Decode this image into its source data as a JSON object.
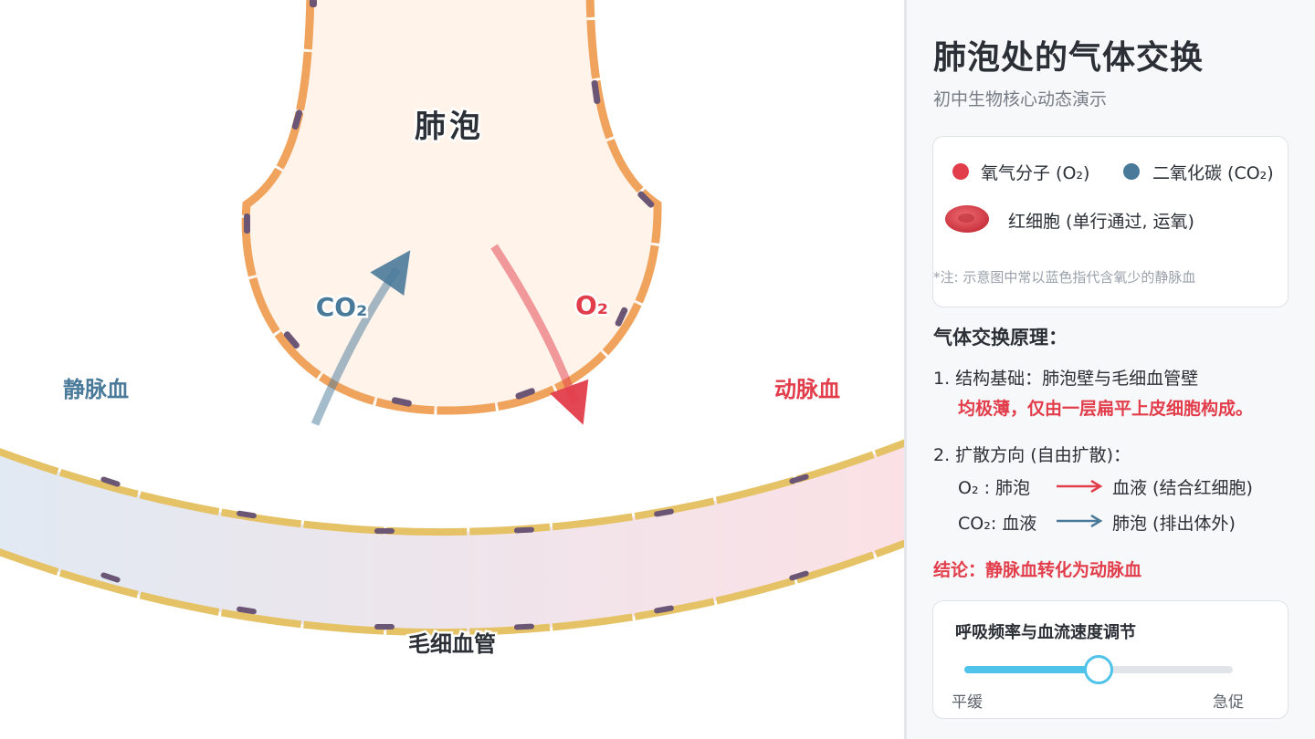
{
  "diagram": {
    "alveolus_label": "肺泡",
    "co2_label": "CO₂",
    "o2_label": "O₂",
    "venous_label": "静脉血",
    "arterial_label": "动脉血",
    "capillary_label": "毛细血管"
  },
  "panel": {
    "title": "肺泡处的气体交换",
    "subtitle": "初中生物核心动态演示",
    "legend": {
      "oxygen": "氧气分子 (O₂)",
      "co2": "二氧化碳 (CO₂)",
      "rbc": "红细胞 (单行通过, 运氧)",
      "note": "*注: 示意图中常以蓝色指代含氧少的静脉血"
    },
    "principle_title": "气体交换原理：",
    "point1": "1. 结构基础：肺泡壁与毛细血管壁",
    "point1_emph": "均极薄，仅由一层扁平上皮细胞构成。",
    "point2": "2. 扩散方向 (自由扩散)：",
    "o2_row": {
      "from": "O₂ : 肺泡",
      "to": "血液 (结合红细胞)"
    },
    "co2_row": {
      "from": "CO₂: 血液",
      "to": "肺泡 (排出体外)"
    },
    "conclusion": "结论：静脉血转化为动脉血",
    "slider": {
      "title": "呼吸频率与血流速度调节",
      "min_label": "平缓",
      "max_label": "急促",
      "value": 0.5
    }
  },
  "colors": {
    "oxygen": "#e23d4a",
    "co2": "#4a7a9a",
    "accent": "#4fc3ea",
    "alveolus_wall": "#f0a35c",
    "capillary_wall": "#e6c266"
  }
}
